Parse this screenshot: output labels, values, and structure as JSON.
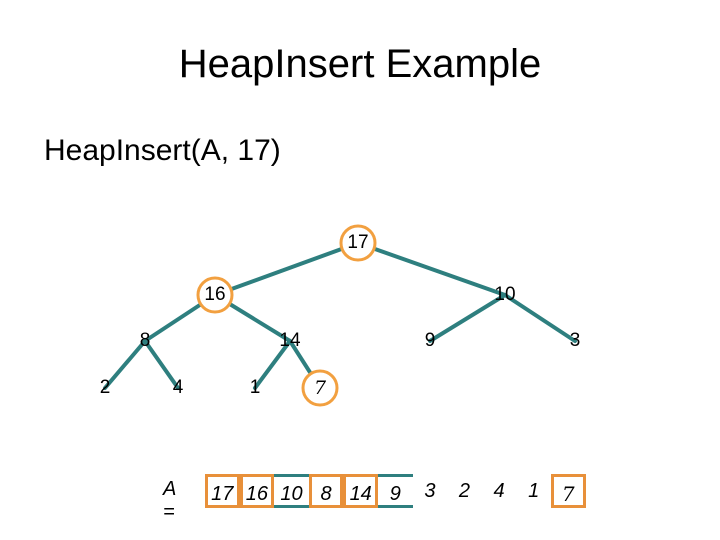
{
  "title": "HeapInsert Example",
  "subtitle": "HeapInsert(A, 17)",
  "tree": {
    "nodes": [
      {
        "label": "17",
        "highlight": true
      },
      {
        "label": "16",
        "highlight": true
      },
      {
        "label": "10",
        "highlight": false
      },
      {
        "label": "8",
        "highlight": false
      },
      {
        "label": "14",
        "highlight": false
      },
      {
        "label": "9",
        "highlight": false
      },
      {
        "label": "3",
        "highlight": false
      },
      {
        "label": "2",
        "highlight": false
      },
      {
        "label": "4",
        "highlight": false
      },
      {
        "label": "1",
        "highlight": false
      },
      {
        "label": "7",
        "highlight": true
      }
    ]
  },
  "array": {
    "prefix": "A =",
    "cells": [
      "17",
      "16",
      "10",
      "8",
      "14",
      "9",
      "3",
      "2",
      "4",
      "1",
      "7"
    ],
    "highlight": [
      true,
      true,
      false,
      true,
      true,
      false,
      false,
      false,
      false,
      false,
      true
    ]
  },
  "colors": {
    "edge": "#2e7f7f",
    "highlight": "#f2a040",
    "highlight_border": "#e8903a",
    "box_border": "#2e7f7f"
  }
}
